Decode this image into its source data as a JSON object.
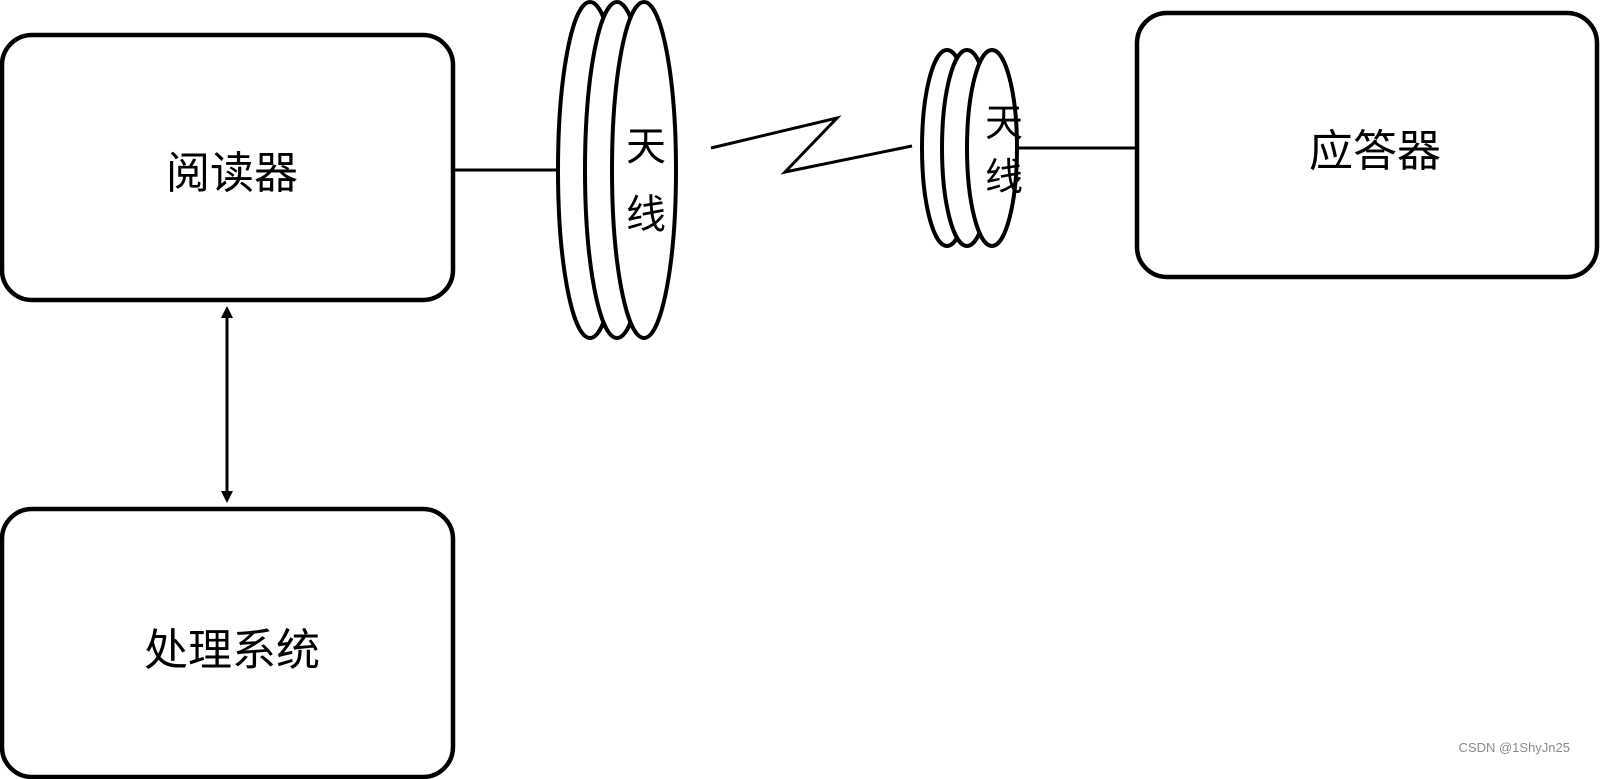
{
  "nodes": {
    "reader": "阅读器",
    "transponder": "应答器",
    "processing_system": "处理系统"
  },
  "antennas": {
    "reader_antenna": {
      "line1": "天",
      "line2": "线"
    },
    "transponder_antenna": {
      "line1": "天",
      "line2": "线"
    }
  },
  "watermark": "CSDN @1ShyJn25",
  "colors": {
    "stroke": "#000000",
    "background": "#ffffff",
    "watermark": "#8a8a8a"
  }
}
